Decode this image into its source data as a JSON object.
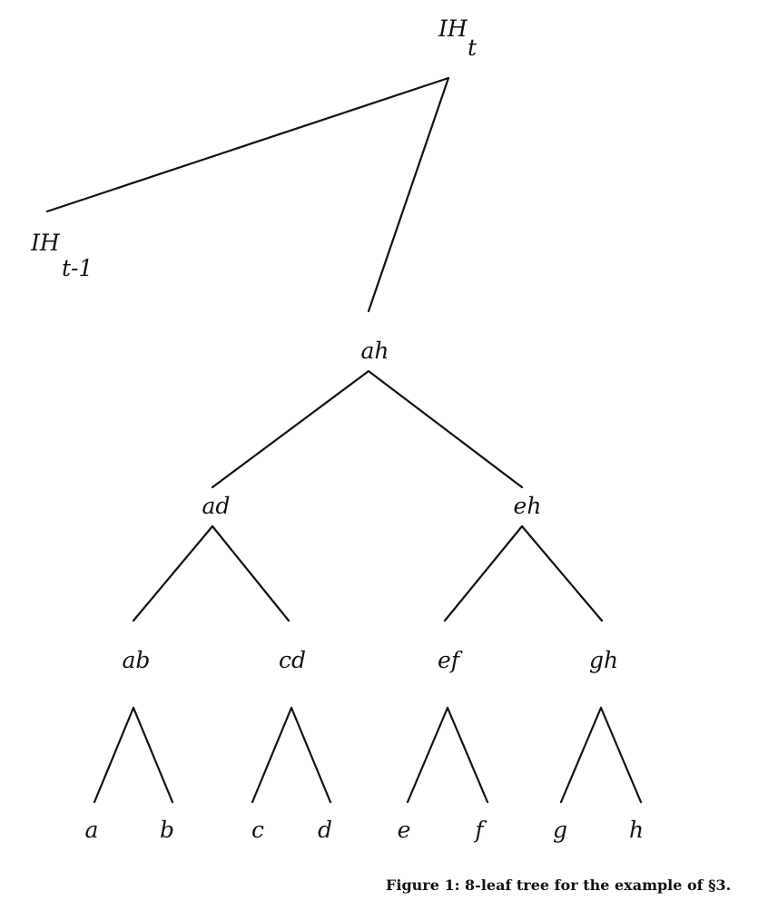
{
  "top_nodes": {
    "ih_t": {
      "main": "IH",
      "sub": "t"
    },
    "ih_t_minus_1": {
      "main": "IH",
      "sub": "t-1"
    }
  },
  "tree": {
    "root": {
      "label": "ah"
    },
    "level1": [
      {
        "label": "ad"
      },
      {
        "label": "eh"
      }
    ],
    "level2": [
      {
        "label": "ab"
      },
      {
        "label": "cd"
      },
      {
        "label": "ef"
      },
      {
        "label": "gh"
      }
    ],
    "leaves": [
      {
        "label": "a"
      },
      {
        "label": "b"
      },
      {
        "label": "c"
      },
      {
        "label": "d"
      },
      {
        "label": "e"
      },
      {
        "label": "f"
      },
      {
        "label": "g"
      },
      {
        "label": "h"
      }
    ]
  },
  "caption": "Figure 1: 8-leaf tree for the example of §3."
}
